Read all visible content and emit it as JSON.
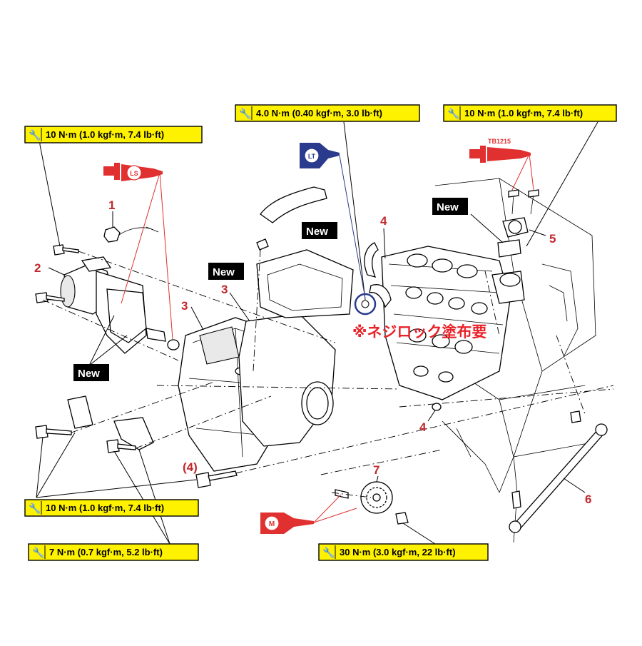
{
  "colors": {
    "part_number": "#c1272d",
    "lubricant_red": "#e03030",
    "threadlock_blue": "#2a3a8c",
    "torque_box": "#fff200",
    "note_red": "#e8232a"
  },
  "torque_specs": {
    "t1": "10 N·m (1.0 kgf·m, 7.4 lb·ft)",
    "t2": "4.0 N·m (0.40 kgf·m, 3.0 lb·ft)",
    "t3": "10 N·m (1.0 kgf·m, 7.4 lb·ft)",
    "t4": "10 N·m (1.0 kgf·m, 7.4 lb·ft)",
    "t5": "7 N·m (0.7 kgf·m, 5.2 lb·ft)",
    "t6": "30 N·m (3.0 kgf·m, 22 lb·ft)"
  },
  "new_labels": [
    "New",
    "New",
    "New",
    "New"
  ],
  "lubricant_symbols": {
    "ls": "LS",
    "lt": "LT",
    "tb": "TB1215",
    "m": "M"
  },
  "part_numbers": {
    "p1": "1",
    "p2": "2",
    "p3a": "3",
    "p3b": "3",
    "p4a": "4",
    "p4b": "4",
    "p4c": "(4)",
    "p5": "5",
    "p6": "6",
    "p7": "7"
  },
  "note": "※ネジロック塗布要"
}
